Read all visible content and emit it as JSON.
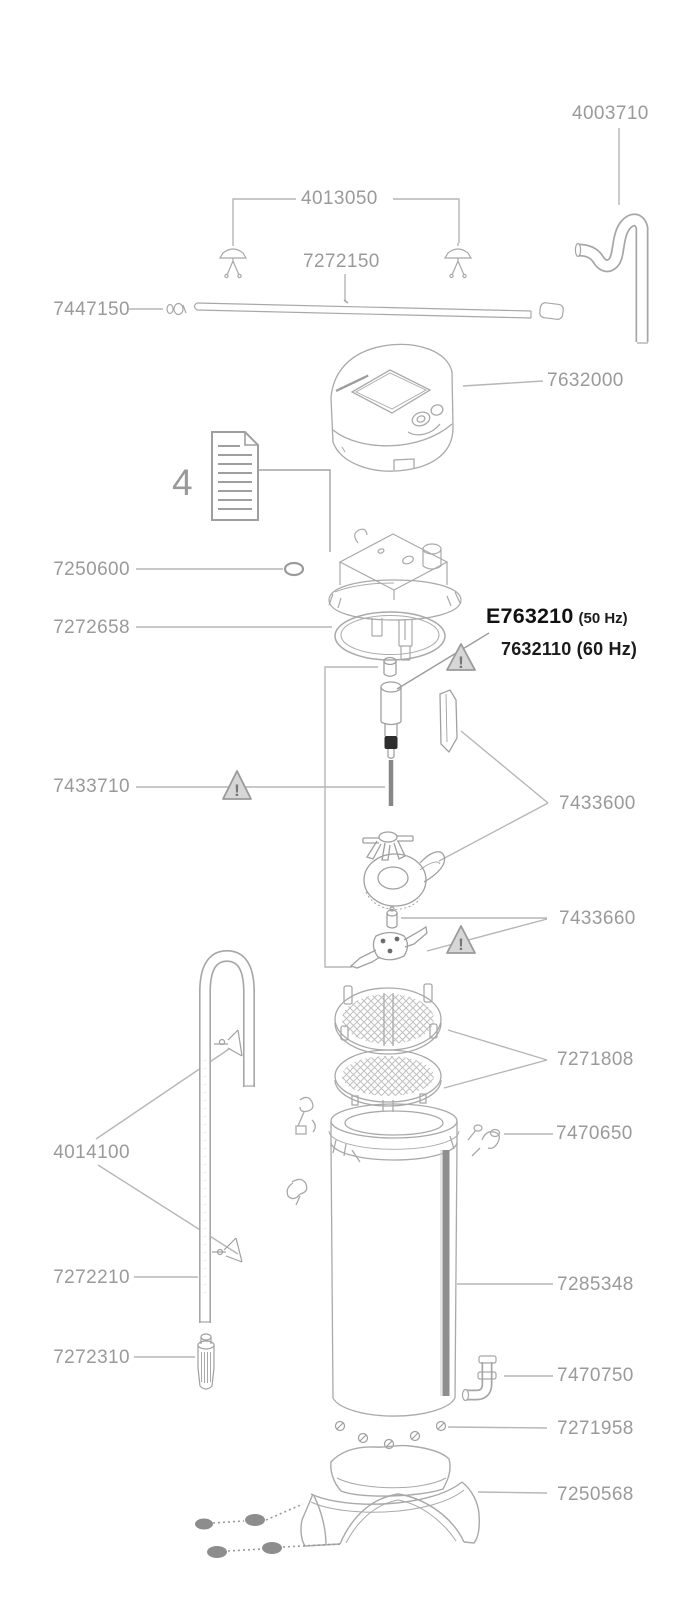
{
  "colors": {
    "background": "#ffffff",
    "label_gray": "#9a9a9a",
    "line_gray": "#b6b6b6",
    "art_gray": "#a9a9a9",
    "dark_gray": "#8d8d8d",
    "ink_black": "#151515",
    "warning_fill": "#d7d7d7"
  },
  "warning_symbol": "!",
  "manual_callout": "4",
  "labels": {
    "outlet_pipe": "4003710",
    "suction_cup_set": "4013050",
    "spray_bar": "7272150",
    "closure_plug": "7447150",
    "pump_head": "7632000",
    "o_ring": "7250600",
    "sealing_gasket": "7272658",
    "impeller_50hz": "E763210",
    "impeller_50hz_note": "(50 Hz)",
    "impeller_60hz": "7632110 (60 Hz)",
    "shaft_bushings": "7433710",
    "impeller_set": "7433600",
    "rotor_pin_set": "7433660",
    "grate_set": "7271808",
    "clip_upper": "7470650",
    "intake_cup_set": "4014100",
    "intake_pipe": "7272210",
    "strainer": "7272310",
    "canister_body": "7285348",
    "hose_elbow": "7470750",
    "screw_set": "7271958",
    "base_stand": "7250568"
  }
}
